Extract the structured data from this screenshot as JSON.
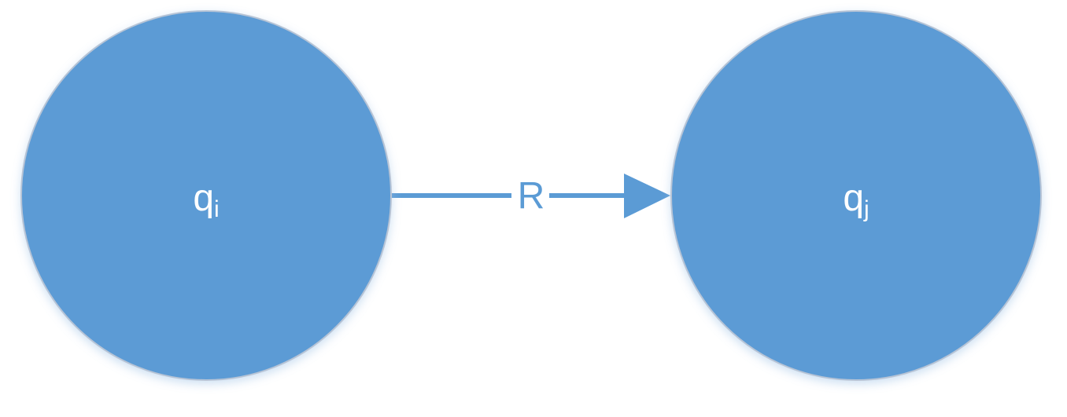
{
  "colors": {
    "node_fill": "#5b9bd5",
    "node_stroke": "#b7c4d6",
    "edge": "#5b9bd5",
    "label": "#ffffff",
    "background": "#ffffff"
  },
  "nodes": [
    {
      "main": "q",
      "sub": "i"
    },
    {
      "main": "q",
      "sub": "j"
    }
  ],
  "edge": {
    "label": "R",
    "from": "qi",
    "to": "qj"
  }
}
